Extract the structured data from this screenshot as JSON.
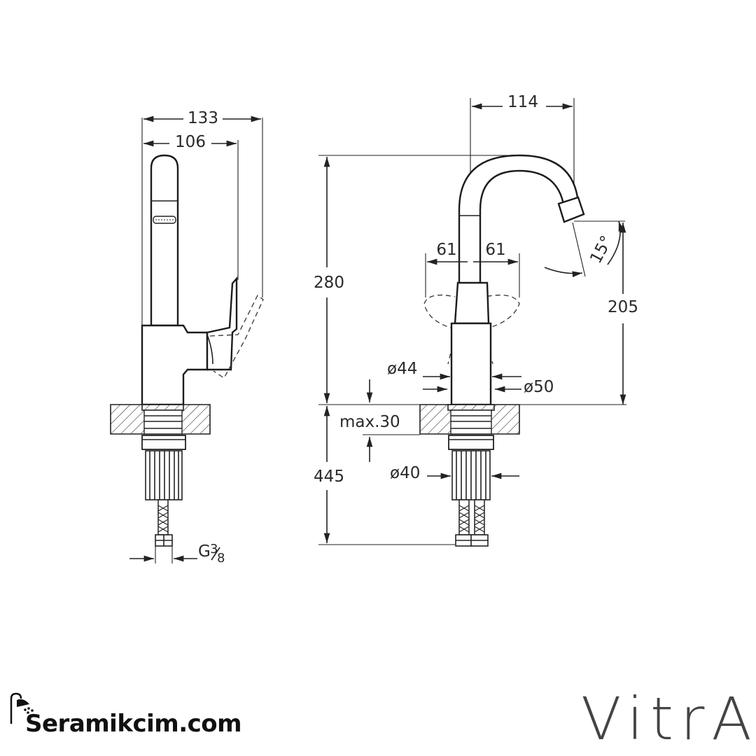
{
  "dimensions": {
    "side_overall_width": "133",
    "side_spout_reach": "106",
    "front_spout_reach": "114",
    "height_total": "280",
    "height_outlet": "205",
    "handle_left": "61",
    "handle_right": "61",
    "angle": "15°",
    "dia_44": "ø44",
    "dia_50": "ø50",
    "max_deck": "max.30",
    "below_length": "445",
    "dia_40": "ø40",
    "thread_g": "G",
    "thread_num": "3",
    "thread_den": "8"
  },
  "footer": {
    "site": "Seramikcim.com",
    "brand": "VitrA"
  }
}
